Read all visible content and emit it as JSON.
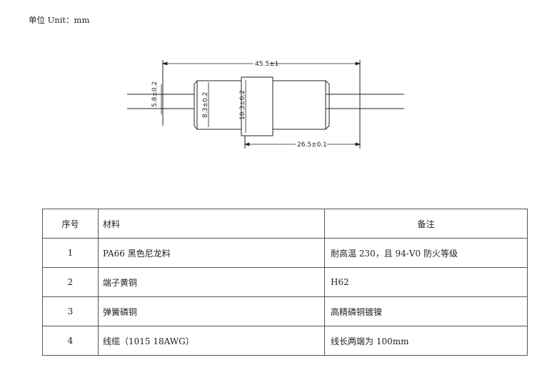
{
  "unit_label": "单位 Unit：mm",
  "drawing": {
    "dim_total_length": "45.5±1",
    "dim_body_length": "26.5±0.1",
    "dim_wire_dia": "5.8±0.2",
    "dim_end_dia": "8.3±0.2",
    "dim_body_dia": "10.3±0.2"
  },
  "table": {
    "headers": [
      "序号",
      "材料",
      "备注"
    ],
    "rows": [
      {
        "no": "1",
        "material": "PA66  黑色尼龙料",
        "note": "耐高温 230，且 94-V0 防火等级"
      },
      {
        "no": "2",
        "material": "端子黄铜",
        "note": "H62"
      },
      {
        "no": "3",
        "material": "弹簧磷铜",
        "note": "高精磷铜镀镍"
      },
      {
        "no": "4",
        "material": "线缆（1015 18AWG）",
        "note": "线长两端为 100mm"
      }
    ]
  }
}
